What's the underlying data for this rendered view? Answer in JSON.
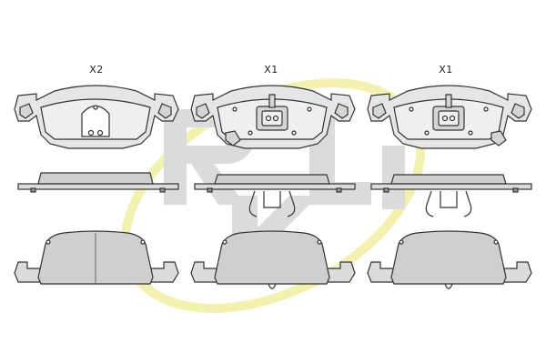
{
  "labels": {
    "col1_qty": "X2",
    "col2_qty": "X1",
    "col3_qty": "X1"
  },
  "watermark": {
    "text": "R.L.",
    "ring_color": "#f2f0a8",
    "letter_color": "#d8d8d8"
  },
  "colors": {
    "outline": "#333333",
    "pad_fill": "#e6e6e6",
    "plate_fill": "#dcdcdc",
    "friction_fill": "#cfcfcf"
  }
}
